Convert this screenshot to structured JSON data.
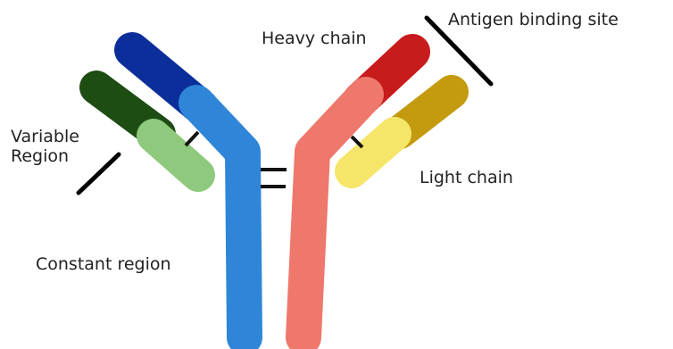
{
  "labels": {
    "antigen_binding_site": "Antigen binding site",
    "heavy_chain": "Heavy chain",
    "variable_region_line1": "Variable",
    "variable_region_line2": "Region",
    "light_chain": "Light chain",
    "constant_region": "Constant region"
  },
  "colors": {
    "heavy_variable_left": "#0b2e9a",
    "heavy_constant_left": "#2f86d8",
    "light_variable_left": "#1e4d14",
    "light_constant_left": "#8fc97e",
    "heavy_variable_right": "#c81c1c",
    "heavy_constant_right": "#ee786b",
    "light_variable_right": "#c49a0e",
    "light_constant_right": "#f5e66a",
    "outline": "#000000",
    "bond": "#111111"
  }
}
